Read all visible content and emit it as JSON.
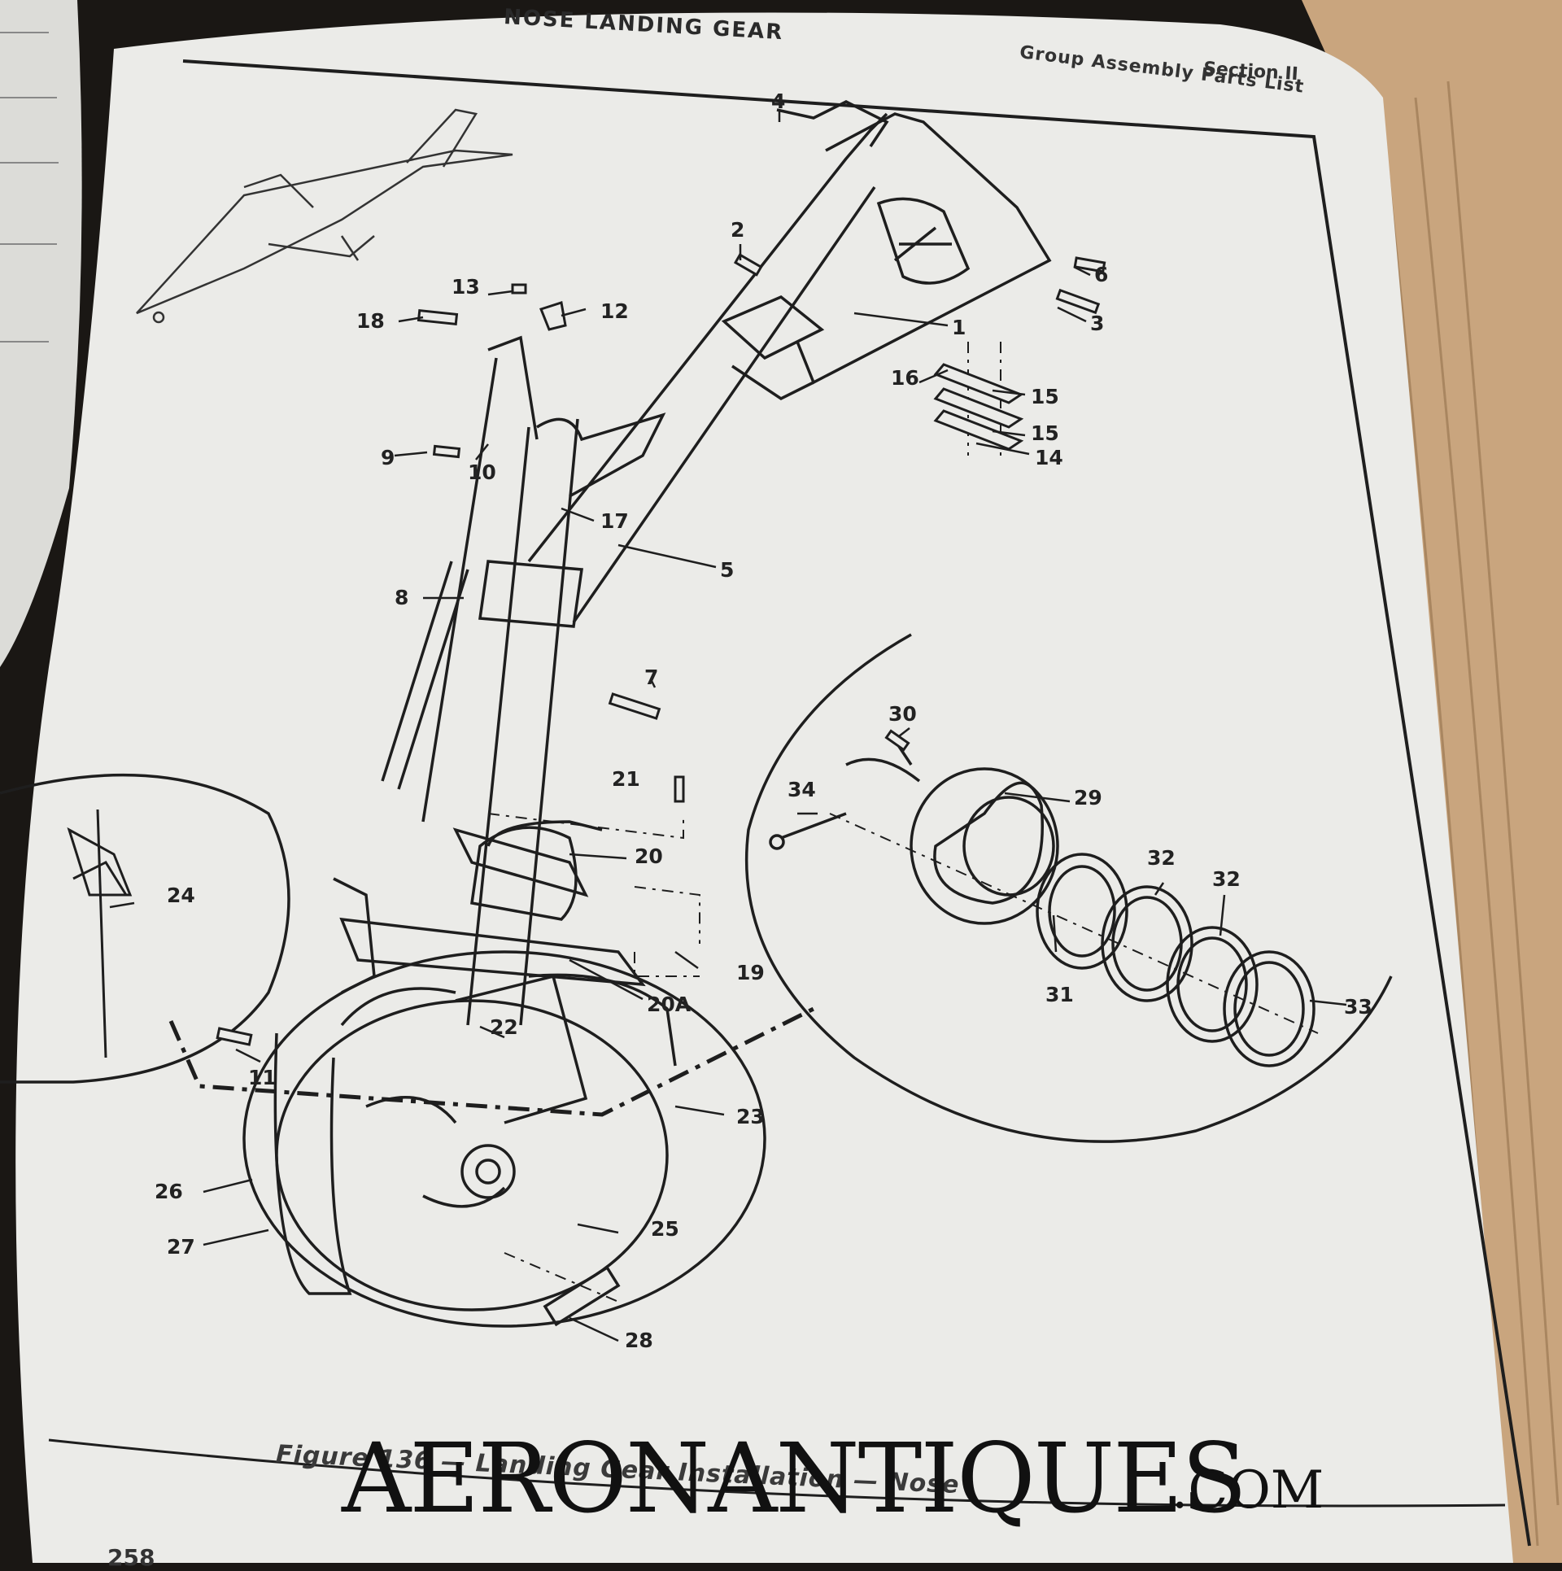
{
  "header": {
    "title": "NOSE LANDING GEAR",
    "section": "Section II",
    "subtitle": "Group Assembly Parts List"
  },
  "caption": "Figure 136 — Landing Gear Installation — Nose",
  "page_number": "258",
  "watermark": {
    "main": "AERONANTIQUES",
    "suffix": ".COM"
  },
  "callouts": [
    "1",
    "2",
    "3",
    "4",
    "5",
    "6",
    "7",
    "8",
    "9",
    "10",
    "11",
    "12",
    "13",
    "14",
    "15",
    "15",
    "16",
    "17",
    "18",
    "19",
    "20",
    "20A",
    "21",
    "22",
    "23",
    "24",
    "25",
    "26",
    "27",
    "28",
    "29",
    "30",
    "31",
    "32",
    "32",
    "33",
    "34"
  ],
  "colors": {
    "paper": "#ebebe8",
    "ink": "#1e1e1e",
    "page_edges": "#c9a57e",
    "backdrop": "#1a1714"
  }
}
